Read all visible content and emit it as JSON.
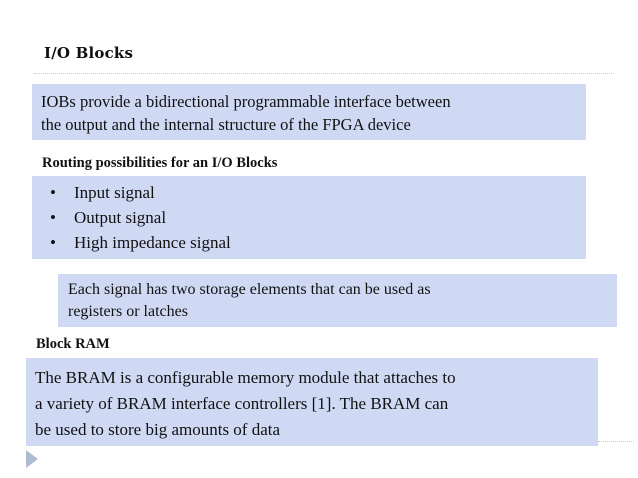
{
  "slide": {
    "title": "I/O Blocks",
    "background_color": "#ffffff",
    "box_color": "#cfd9f4",
    "text_color": "#111111"
  },
  "blocks": {
    "iob_paragraph": {
      "line1": "IOBs provide a bidirectional programmable interface between",
      "line2": "the output and the internal structure of the FPGA device",
      "full_text": "IOBs provide a bidirectional programmable interface between the output and the internal structure of the FPGA device"
    },
    "routing_heading": "Routing possibilities for an I/O Blocks",
    "bullets": [
      {
        "marker": "•",
        "label": "Input signal"
      },
      {
        "marker": "•",
        "label": "Output signal"
      },
      {
        "marker": "•",
        "label": "High impedance signal"
      }
    ],
    "each_signal_paragraph": {
      "line1": "Each signal has two storage elements that can be used as",
      "line2": "registers or latches",
      "full_text": "Each signal has two storage elements that can be used as registers or latches"
    },
    "block_ram_heading": "Block RAM",
    "bram_paragraph": {
      "line1": "The BRAM is a configurable memory module that attaches to",
      "line2": "a variety of BRAM interface controllers [1]. The BRAM can",
      "line3": "be used to store big amounts of data",
      "full_text": "The BRAM is a configurable memory module that attaches to a variety of BRAM interface controllers [1]. The BRAM can be used to store big amounts of data"
    }
  },
  "footer": {
    "play_icon": "play-triangle-icon"
  }
}
